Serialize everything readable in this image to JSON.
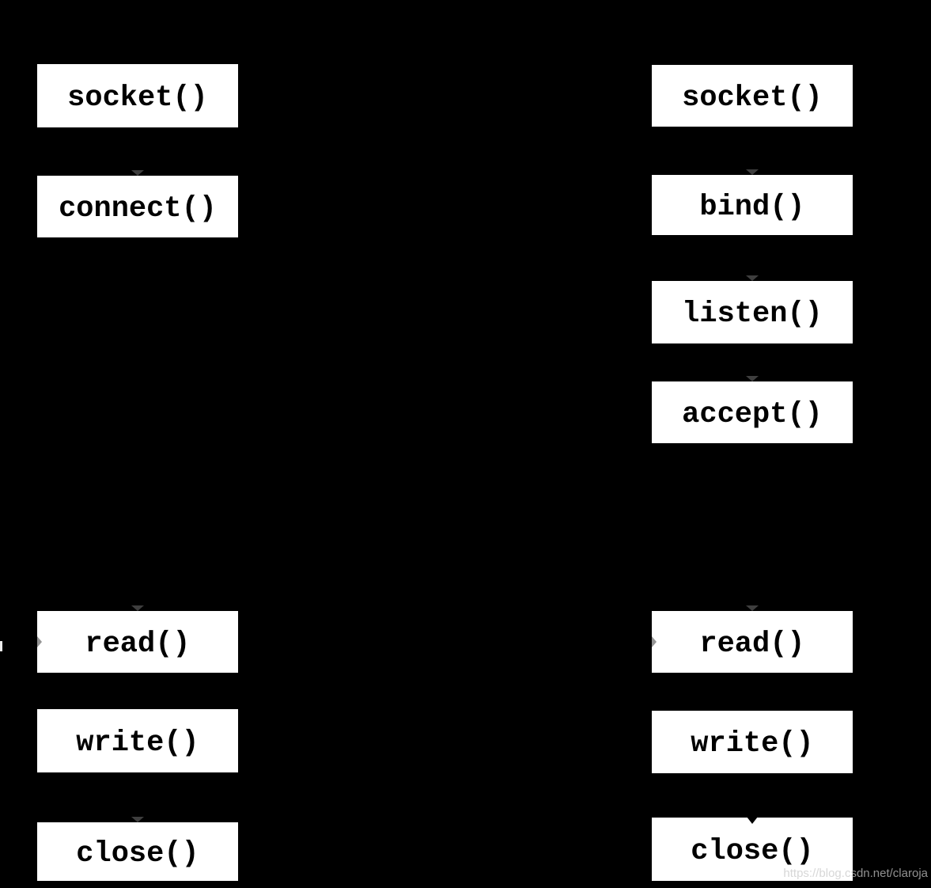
{
  "canvas": {
    "background": "#000000",
    "box_background": "#ffffff",
    "box_text_color": "#000000"
  },
  "client": {
    "boxes": [
      {
        "label": "socket()"
      },
      {
        "label": "connect()"
      },
      {
        "label": "read()"
      },
      {
        "label": "write()"
      },
      {
        "label": "close()"
      }
    ]
  },
  "server": {
    "boxes": [
      {
        "label": "socket()"
      },
      {
        "label": "bind()"
      },
      {
        "label": "listen()"
      },
      {
        "label": "accept()"
      },
      {
        "label": "read()"
      },
      {
        "label": "write()"
      },
      {
        "label": "close()"
      }
    ]
  },
  "watermark": {
    "text": "https://blog.csdn.net/claroja"
  }
}
